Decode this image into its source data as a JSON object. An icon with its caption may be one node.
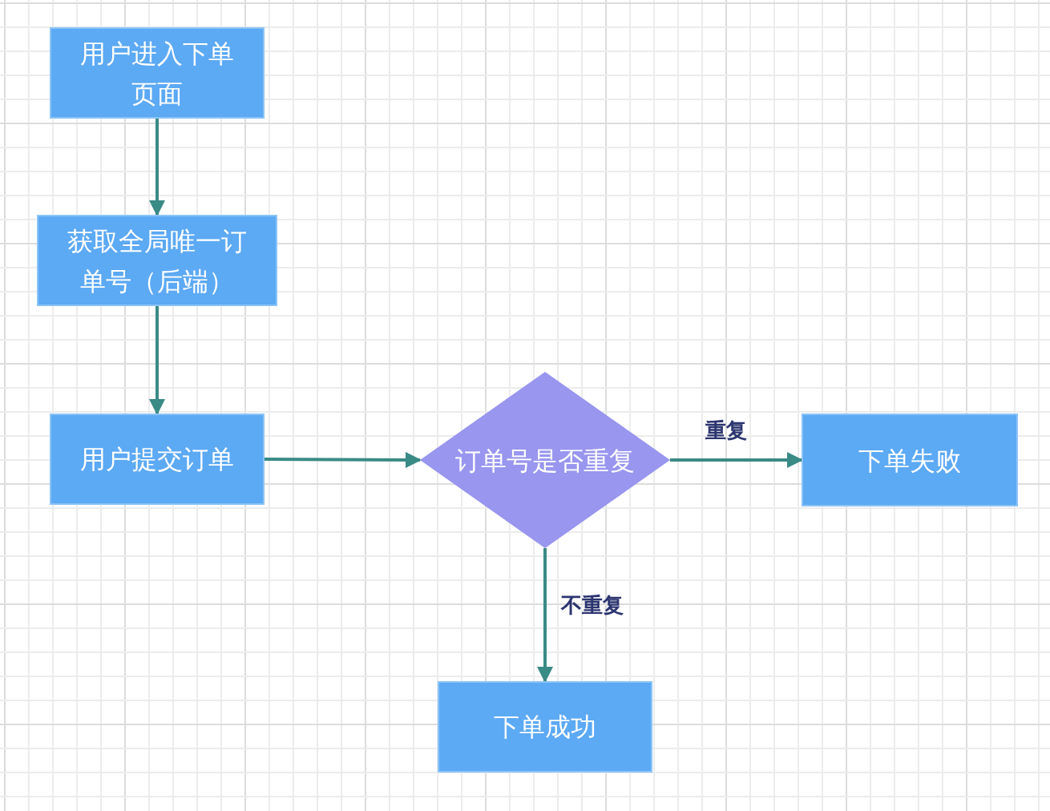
{
  "diagram": {
    "nodes": [
      {
        "text": [
          "用户进入下单页面"
        ]
      },
      {
        "text": [
          "获取全局唯一订单号（后端）"
        ]
      },
      {
        "text": [
          "用户提交订单"
        ]
      },
      {
        "text": [
          "订单号是否重复"
        ]
      },
      {
        "text": [
          "下单失败"
        ]
      },
      {
        "text": [
          "下单成功"
        ]
      }
    ],
    "edges": [
      {
        "from": 0,
        "to": 1,
        "arrow": "to"
      },
      {
        "from": 1,
        "to": 2,
        "arrow": "to"
      },
      {
        "from": 2,
        "to": 3,
        "arrow": "to"
      },
      {
        "from": 3,
        "to": 4,
        "arrow": "to",
        "label": "重复"
      },
      {
        "from": 3,
        "to": 5,
        "arrow": "to",
        "label": "不重复"
      }
    ]
  }
}
